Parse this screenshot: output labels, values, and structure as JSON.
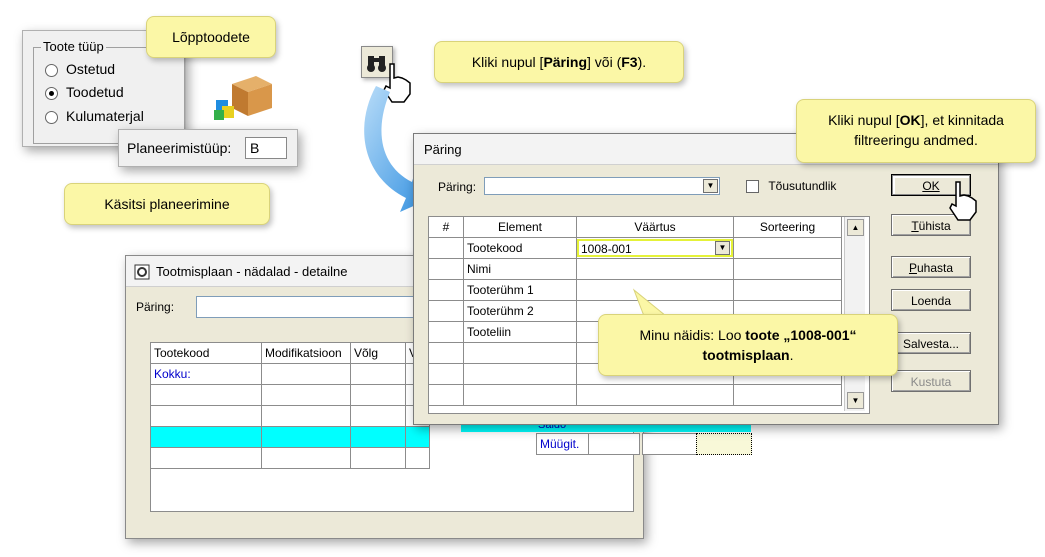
{
  "product_type_group": {
    "legend": "Toote tüüp",
    "options": [
      "Ostetud",
      "Toodetud",
      "Kulumaterjal"
    ],
    "selected_index": 1
  },
  "planning_type": {
    "label": "Planeerimistüüp:",
    "value": "B"
  },
  "callouts": {
    "finished_goods": "Lõpptoodete",
    "manual_planning": "Käsitsi planeerimine",
    "click_query": {
      "pre": "Kliki nupul [",
      "bold1": "Päring",
      "mid": "] või (",
      "bold2": "F3",
      "post": ")."
    },
    "click_ok": {
      "pre": "Kliki nupul [",
      "bold": "OK",
      "post": "], et kinnitada filtreeringu andmed."
    },
    "example": {
      "pre": "Minu näidis: Loo ",
      "bold1": "toote „1008-001“",
      "bold2": "tootmisplaan",
      "post": "."
    }
  },
  "bg_window": {
    "title": "Tootmisplaan - nädalad - detailne",
    "query_label": "Päring:",
    "columns": [
      "Tootekood",
      "Modifikatsioon",
      "Võlg",
      "V"
    ],
    "first_row": "Kokku:",
    "cell_saldo": "Saldo",
    "cell_myyk": "Müügit."
  },
  "dialog": {
    "title": "Päring",
    "query_label": "Päring:",
    "case_sensitive_label": "Tõusutundlik",
    "columns": [
      "#",
      "Element",
      "Väärtus",
      "Sorteering"
    ],
    "rows": [
      {
        "element": "Tootekood",
        "value": "1008-001"
      },
      {
        "element": "Nimi",
        "value": ""
      },
      {
        "element": "Tooterühm 1",
        "value": ""
      },
      {
        "element": "Tooterühm 2",
        "value": ""
      },
      {
        "element": "Tooteliin",
        "value": ""
      },
      {
        "element": "",
        "value": ""
      },
      {
        "element": "",
        "value": ""
      },
      {
        "element": "",
        "value": ""
      }
    ],
    "buttons": {
      "ok": "OK",
      "clear": "Tühista",
      "purge": "Puhasta",
      "list": "Loenda",
      "save": "Salvesta...",
      "delete": "Kustuta"
    }
  },
  "colors": {
    "tooltip_bg": "#fbf7a6",
    "cyan_row": "#00ffff",
    "highlight": "#e5f238",
    "blue_text": "#0000cc"
  },
  "icons": [
    "binoculars-icon",
    "pointer-hand-icon",
    "product-box-icon",
    "gear-icon"
  ]
}
